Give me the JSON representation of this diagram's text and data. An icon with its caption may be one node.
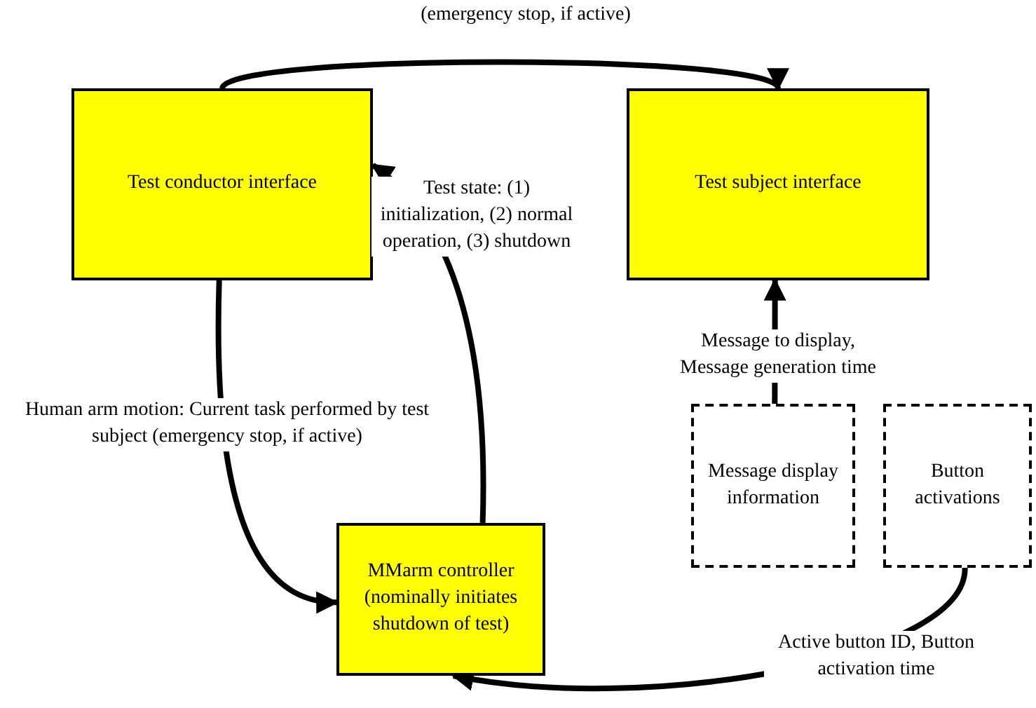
{
  "diagram": {
    "nodes": [
      {
        "text": [
          "Test conductor interface"
        ]
      },
      {
        "text": [
          "Test subject interface"
        ]
      },
      {
        "text": [
          "MMarm controller (nominally initiates shutdown of test)"
        ]
      },
      {
        "text": [
          "Message display information"
        ]
      },
      {
        "text": [
          "Button activations"
        ]
      }
    ],
    "edges": [
      {
        "from": 0,
        "to": 1,
        "arrow": "to",
        "label": "(emergency stop, if active)"
      },
      {
        "from": 0,
        "to": 2,
        "arrow": "to",
        "label": "Human arm motion: Current task performed by test subject (emergency stop, if active)"
      },
      {
        "from": 2,
        "to": 0,
        "arrow": "to",
        "label": "Test state: (1) initialization, (2) normal operation, (3) shutdown"
      },
      {
        "from": 3,
        "to": 1,
        "arrow": "to",
        "label": "Message to display, Message generation time"
      },
      {
        "from": 4,
        "to": 2,
        "arrow": "to",
        "label": "Active button ID, Button activation time"
      }
    ]
  }
}
